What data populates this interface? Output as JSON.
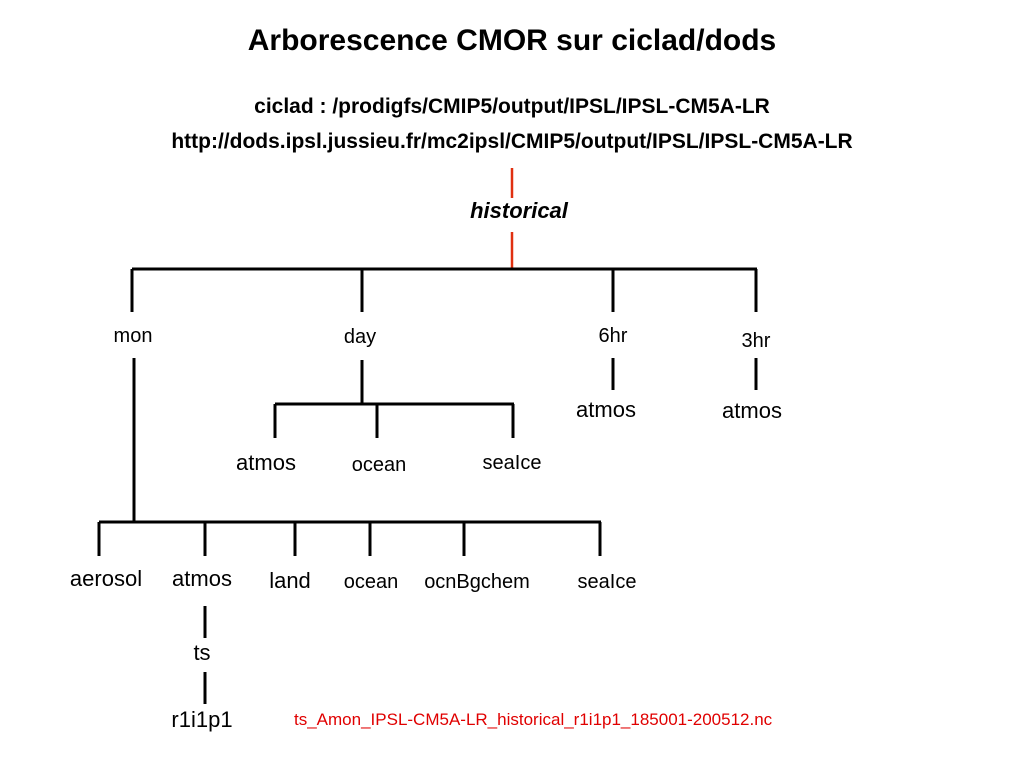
{
  "title": "Arborescence CMOR sur ciclad/dods",
  "paths": {
    "ciclad": "ciclad : /prodigfs/CMIP5/output/IPSL/IPSL-CM5A-LR",
    "dods": "http://dods.ipsl.jussieu.fr/mc2ipsl/CMIP5/output/IPSL/IPSL-CM5A-LR"
  },
  "experiment": "historical",
  "frequencies": {
    "mon": "mon",
    "day": "day",
    "h6": "6hr",
    "h3": "3hr"
  },
  "day_realms": [
    "atmos",
    "ocean",
    "seaIce"
  ],
  "h6_realm": "atmos",
  "h3_realm": "atmos",
  "mon_realms": [
    "aerosol",
    "atmos",
    "land",
    "ocean",
    "ocnBgchem",
    "seaIce"
  ],
  "variable": "ts",
  "ensemble": "r1i1p1",
  "filename": "ts_Amon_IPSL-CM5A-LR_historical_r1i1p1_185001-200512.nc",
  "colors": {
    "highlight": "#e03010",
    "filename": "#e00000",
    "line": "#000000"
  }
}
